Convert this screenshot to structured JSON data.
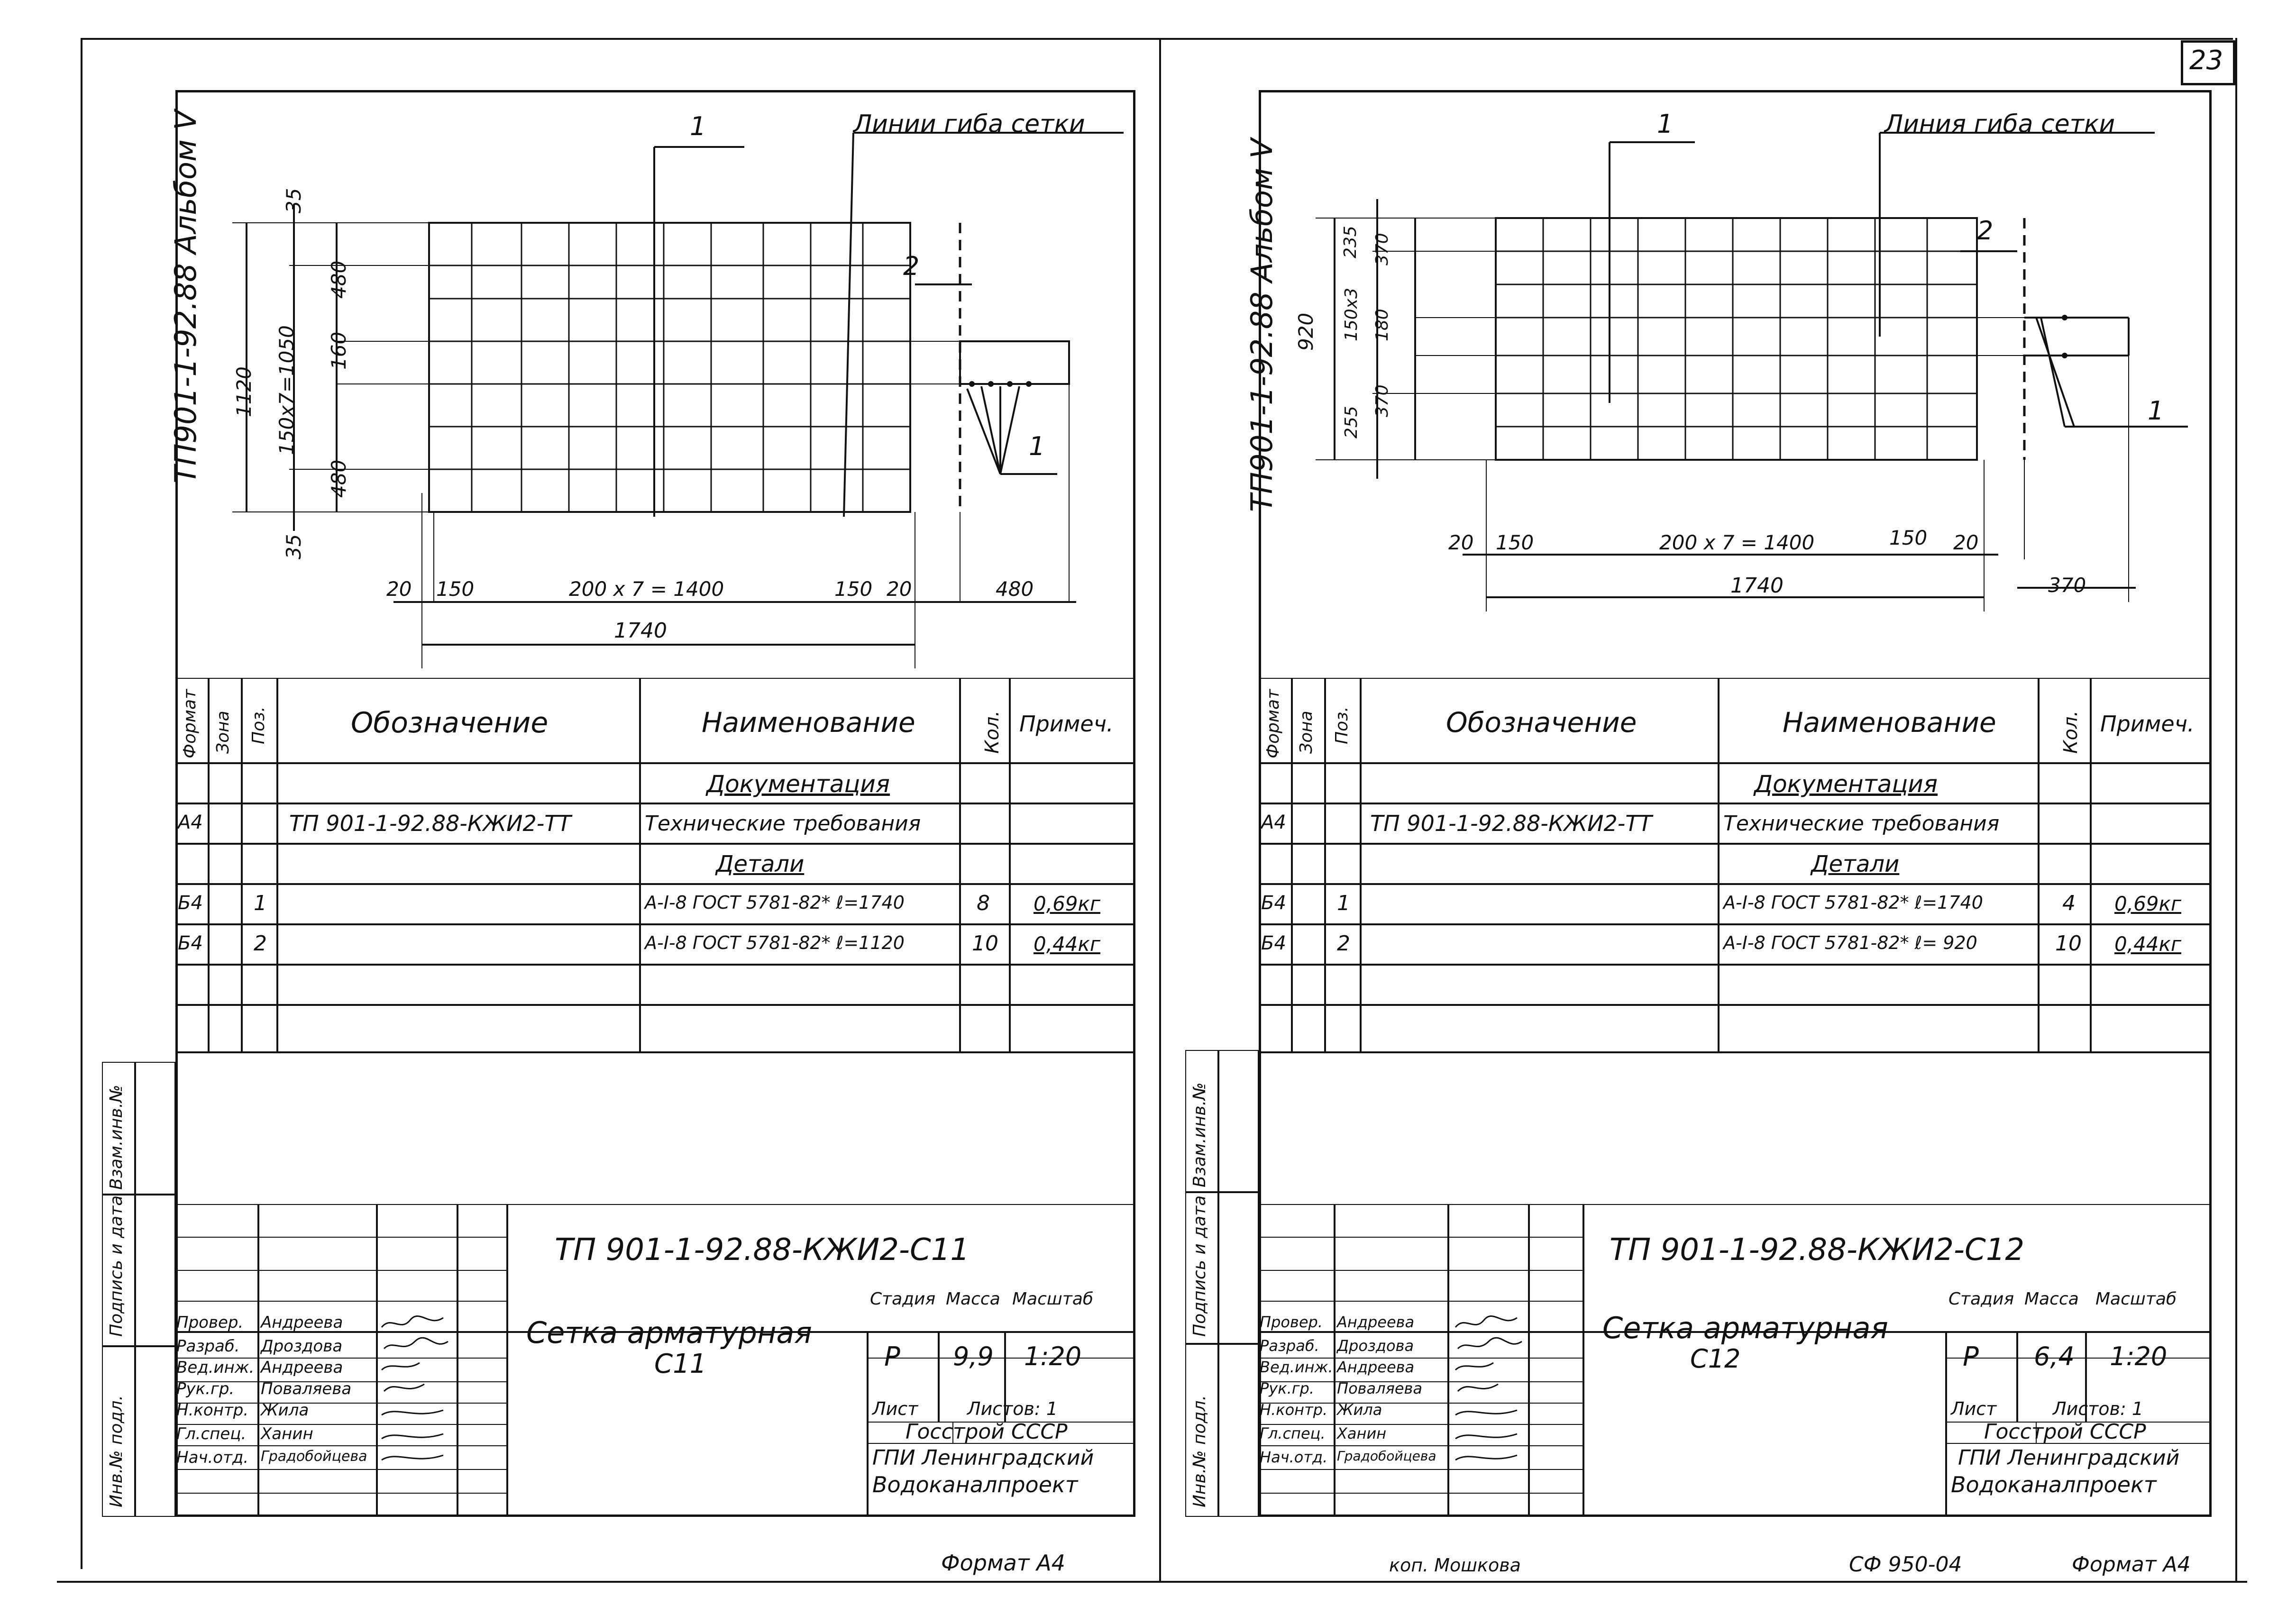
{
  "page_number": "23",
  "footer": {
    "left_format": "Формат А4",
    "center_copy": "коп. Мошкова",
    "center_code": "СФ 950-04",
    "right_format": "Формат А4"
  },
  "sheets": [
    {
      "album_label": "ТП901-1-92.88 Альбом V",
      "drawing": {
        "bend_line_label": "Линии гиба сетки",
        "callouts": [
          "1",
          "2",
          "1"
        ],
        "dims_vertical": [
          "35",
          "480",
          "150x7=1050",
          "160",
          "480",
          "1120",
          "35"
        ],
        "dims_horizontal": [
          "20",
          "150",
          "200 x 7 = 1400",
          "150",
          "20",
          "480",
          "1740"
        ]
      },
      "spec": {
        "headers": [
          "Формат",
          "Зона",
          "Поз.",
          "Обозначение",
          "Наименование",
          "Кол.",
          "Примеч."
        ],
        "rows": [
          {
            "fmt": "",
            "zone": "",
            "pos": "",
            "designation": "",
            "name": "Документация",
            "qty": "",
            "note": ""
          },
          {
            "fmt": "А4",
            "zone": "",
            "pos": "",
            "designation": "ТП 901-1-92.88-КЖИ2-ТТ",
            "name": "Технические требования",
            "qty": "",
            "note": ""
          },
          {
            "fmt": "",
            "zone": "",
            "pos": "",
            "designation": "",
            "name": "Детали",
            "qty": "",
            "note": ""
          },
          {
            "fmt": "Б4",
            "zone": "",
            "pos": "1",
            "designation": "",
            "name": "A-I-8 ГОСТ 5781-82* ℓ=1740",
            "qty": "8",
            "note": "0,69кг"
          },
          {
            "fmt": "Б4",
            "zone": "",
            "pos": "2",
            "designation": "",
            "name": "A-I-8 ГОСТ 5781-82* ℓ=1120",
            "qty": "10",
            "note": "0,44кг"
          }
        ]
      },
      "title_block": {
        "doc_code": "ТП 901-1-92.88-КЖИ2-С11",
        "title": "Сетка арматурная",
        "subtitle": "С11",
        "stage_header": "Стадия",
        "mass_header": "Масса",
        "scale_header": "Масштаб",
        "stage": "Р",
        "mass": "9,9",
        "scale": "1:20",
        "sheet_label": "Лист",
        "sheets_label": "Листов: 1",
        "org": [
          "Госстрой СССР",
          "ГПИ Ленинградский",
          "Водоканалпроект"
        ],
        "roles": [
          {
            "role": "Провер.",
            "name": "Андреева"
          },
          {
            "role": "Разраб.",
            "name": "Дроздова"
          },
          {
            "role": "Вед.инж.",
            "name": "Андреева"
          },
          {
            "role": "Рук.гр.",
            "name": "Поваляева"
          },
          {
            "role": "Н.контр.",
            "name": "Жила"
          },
          {
            "role": "Гл.спец.",
            "name": "Ханин"
          },
          {
            "role": "Нач.отд.",
            "name": "Градобойцева"
          }
        ]
      }
    },
    {
      "album_label": "ТП901-1-92.88 Альбом V",
      "drawing": {
        "bend_line_label": "Линия гиба сетки",
        "callouts": [
          "1",
          "2",
          "1"
        ],
        "dims_vertical": [
          "235",
          "370",
          "150x3",
          "180",
          "370",
          "920",
          "255"
        ],
        "dims_horizontal": [
          "20",
          "150",
          "200 x 7 = 1400",
          "150",
          "20",
          "370",
          "1740"
        ]
      },
      "spec": {
        "headers": [
          "Формат",
          "Зона",
          "Поз.",
          "Обозначение",
          "Наименование",
          "Кол.",
          "Примеч."
        ],
        "rows": [
          {
            "fmt": "",
            "zone": "",
            "pos": "",
            "designation": "",
            "name": "Документация",
            "qty": "",
            "note": ""
          },
          {
            "fmt": "А4",
            "zone": "",
            "pos": "",
            "designation": "ТП 901-1-92.88-КЖИ2-ТТ",
            "name": "Технические требования",
            "qty": "",
            "note": ""
          },
          {
            "fmt": "",
            "zone": "",
            "pos": "",
            "designation": "",
            "name": "Детали",
            "qty": "",
            "note": ""
          },
          {
            "fmt": "Б4",
            "zone": "",
            "pos": "1",
            "designation": "",
            "name": "A-I-8 ГОСТ 5781-82* ℓ=1740",
            "qty": "4",
            "note": "0,69кг"
          },
          {
            "fmt": "Б4",
            "zone": "",
            "pos": "2",
            "designation": "",
            "name": "A-I-8 ГОСТ 5781-82* ℓ= 920",
            "qty": "10",
            "note": "0,44кг"
          }
        ]
      },
      "title_block": {
        "doc_code": "ТП 901-1-92.88-КЖИ2-С12",
        "title": "Сетка арматурная",
        "subtitle": "С12",
        "stage_header": "Стадия",
        "mass_header": "Масса",
        "scale_header": "Масштаб",
        "stage": "Р",
        "mass": "6,4",
        "scale": "1:20",
        "sheet_label": "Лист",
        "sheets_label": "Листов: 1",
        "org": [
          "Госстрой СССР",
          "ГПИ Ленинградский",
          "Водоканалпроект"
        ],
        "roles": [
          {
            "role": "Провер.",
            "name": "Андреева"
          },
          {
            "role": "Разраб.",
            "name": "Дроздова"
          },
          {
            "role": "Вед.инж.",
            "name": "Андреева"
          },
          {
            "role": "Рук.гр.",
            "name": "Поваляева"
          },
          {
            "role": "Н.контр.",
            "name": "Жила"
          },
          {
            "role": "Гл.спец.",
            "name": "Ханин"
          },
          {
            "role": "Нач.отд.",
            "name": "Градобойцева"
          }
        ]
      }
    }
  ],
  "side_stamps": [
    "Взам.инв.№",
    "Подпись и дата",
    "Инв.№ подл."
  ]
}
